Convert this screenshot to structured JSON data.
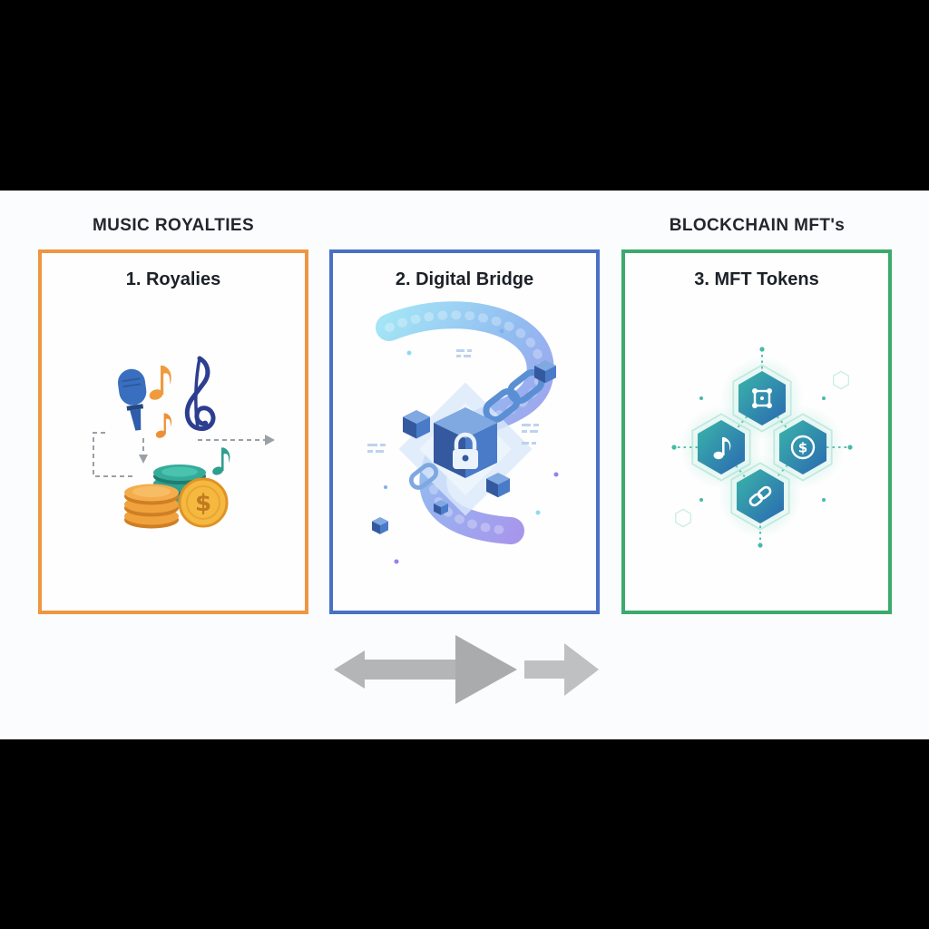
{
  "meta": {
    "description": "Three-panel infographic showing music royalties converted through a digital bridge into blockchain tokens",
    "letterbox_color": "#000000",
    "content_background": "#fbfcfd"
  },
  "headers": {
    "left": "MUSIC ROYALTIES",
    "right": "BLOCKCHAIN MFT's"
  },
  "panels": [
    {
      "title": "1. Royalies",
      "border_color": "#EE9642",
      "coin_symbol": "$",
      "icons": [
        "microphone-icon",
        "eighth-note-icon",
        "treble-clef-icon",
        "dashed-flow-arrows",
        "coin-stack-teal",
        "coin-stack-orange",
        "dollar-coin"
      ]
    },
    {
      "title": "2. Digital Bridge",
      "border_color": "#4A70C4",
      "icons": [
        "gradient-data-ribbon",
        "blockchain-cube-icon",
        "padlock-icon",
        "chain-link-icon",
        "mini-cube-icon",
        "data-dots"
      ]
    },
    {
      "title": "3. MFT Tokens",
      "border_color": "#3BAA6C",
      "dollar_symbol": "$",
      "icons": [
        "network-token-hexagon",
        "music-token-hexagon",
        "dollar-token-hexagon",
        "chain-token-hexagon"
      ]
    }
  ],
  "footer": {
    "arrows": [
      "double-headed-arrow",
      "right-arrow"
    ],
    "arrow_color": "#b4b5b7"
  },
  "palette": {
    "heading_text": "#22262d",
    "title_text": "#1c2128",
    "mic_blue": "#3a6fbf",
    "note_orange": "#f09a3e",
    "clef_navy": "#2c3e8f",
    "coin_teal": "#2fa191",
    "coin_gold": "#f5b93f",
    "ribbon_cyan": "#8fd9f2",
    "ribbon_purple": "#9b7fe8",
    "cube_blue": "#4a7bc8",
    "hex_teal": "#35b0a6",
    "hex_blue": "#2a68b1"
  }
}
